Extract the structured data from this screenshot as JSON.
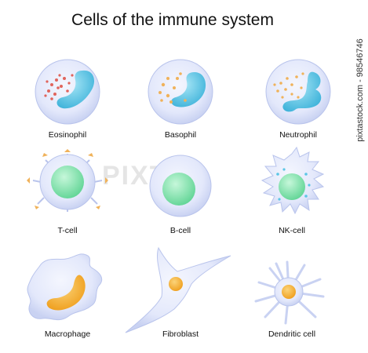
{
  "title": "Cells of the immune system",
  "side_text": "pixtastock.com - 98546746",
  "watermark": "PIXTA",
  "cells": [
    {
      "label": "Eosinophil"
    },
    {
      "label": "Basophil"
    },
    {
      "label": "Neutrophil"
    },
    {
      "label": "T-cell"
    },
    {
      "label": "B-cell"
    },
    {
      "label": "NK-cell"
    },
    {
      "label": "Macrophage"
    },
    {
      "label": "Fibroblast"
    },
    {
      "label": "Dendritic cell"
    }
  ],
  "colors": {
    "membrane": "#dfe6fa",
    "membrane_edge": "#b9c4ec",
    "nucleus_blue": "#5cc6e6",
    "nucleus_green": "#7fe3a9",
    "nucleus_orange": "#f5b431",
    "granule_red": "#e0645c",
    "granule_orange": "#f0b25a"
  }
}
